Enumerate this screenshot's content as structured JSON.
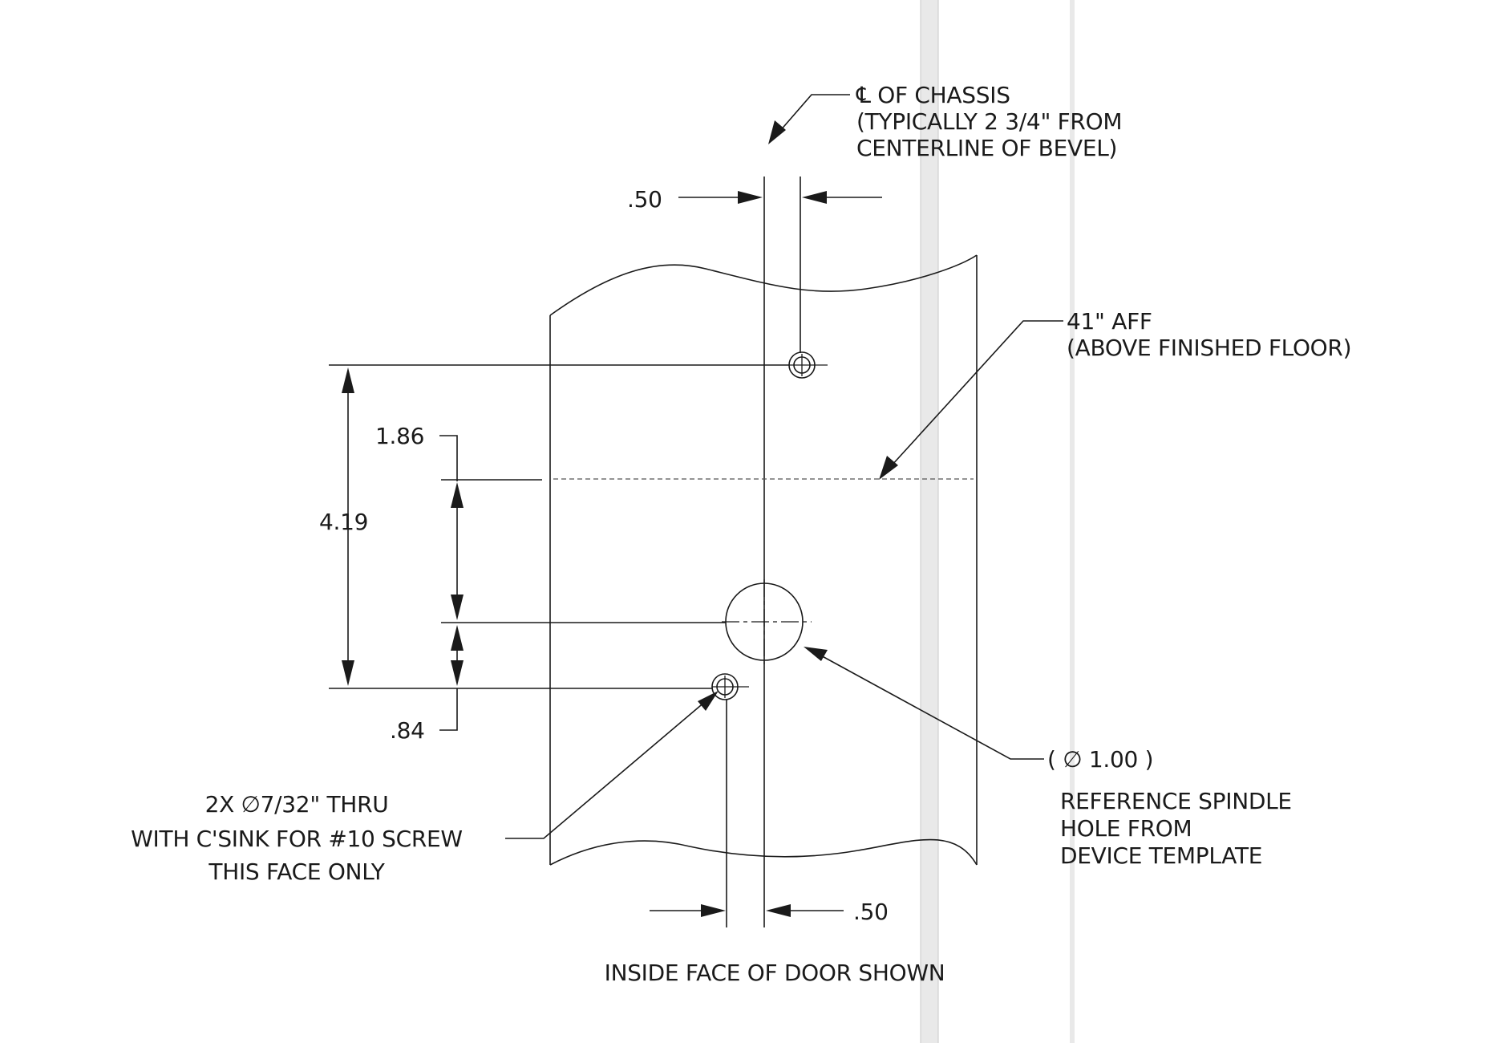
{
  "notes": {
    "chassis_line1": "℄ OF CHASSIS",
    "chassis_line2": "(TYPICALLY 2 3/4\" FROM",
    "chassis_line3": "CENTERLINE OF BEVEL)",
    "aff_line1": "41\" AFF",
    "aff_line2": "(ABOVE FINISHED FLOOR)",
    "spindle_dim": "( ∅ 1.00 )",
    "spindle_line1": "REFERENCE SPINDLE",
    "spindle_line2": "HOLE FROM",
    "spindle_line3": "DEVICE TEMPLATE",
    "hole_line1": "2X  ∅7/32\" THRU",
    "hole_line2": "WITH C'SINK FOR #10 SCREW",
    "hole_line3": "THIS FACE ONLY",
    "view_caption": "INSIDE FACE OF DOOR SHOWN"
  },
  "dimensions": {
    "top_offset": ".50",
    "bottom_offset": ".50",
    "overall_vertical": "4.19",
    "upper_vertical": "1.86",
    "lower_vertical": ".84"
  }
}
